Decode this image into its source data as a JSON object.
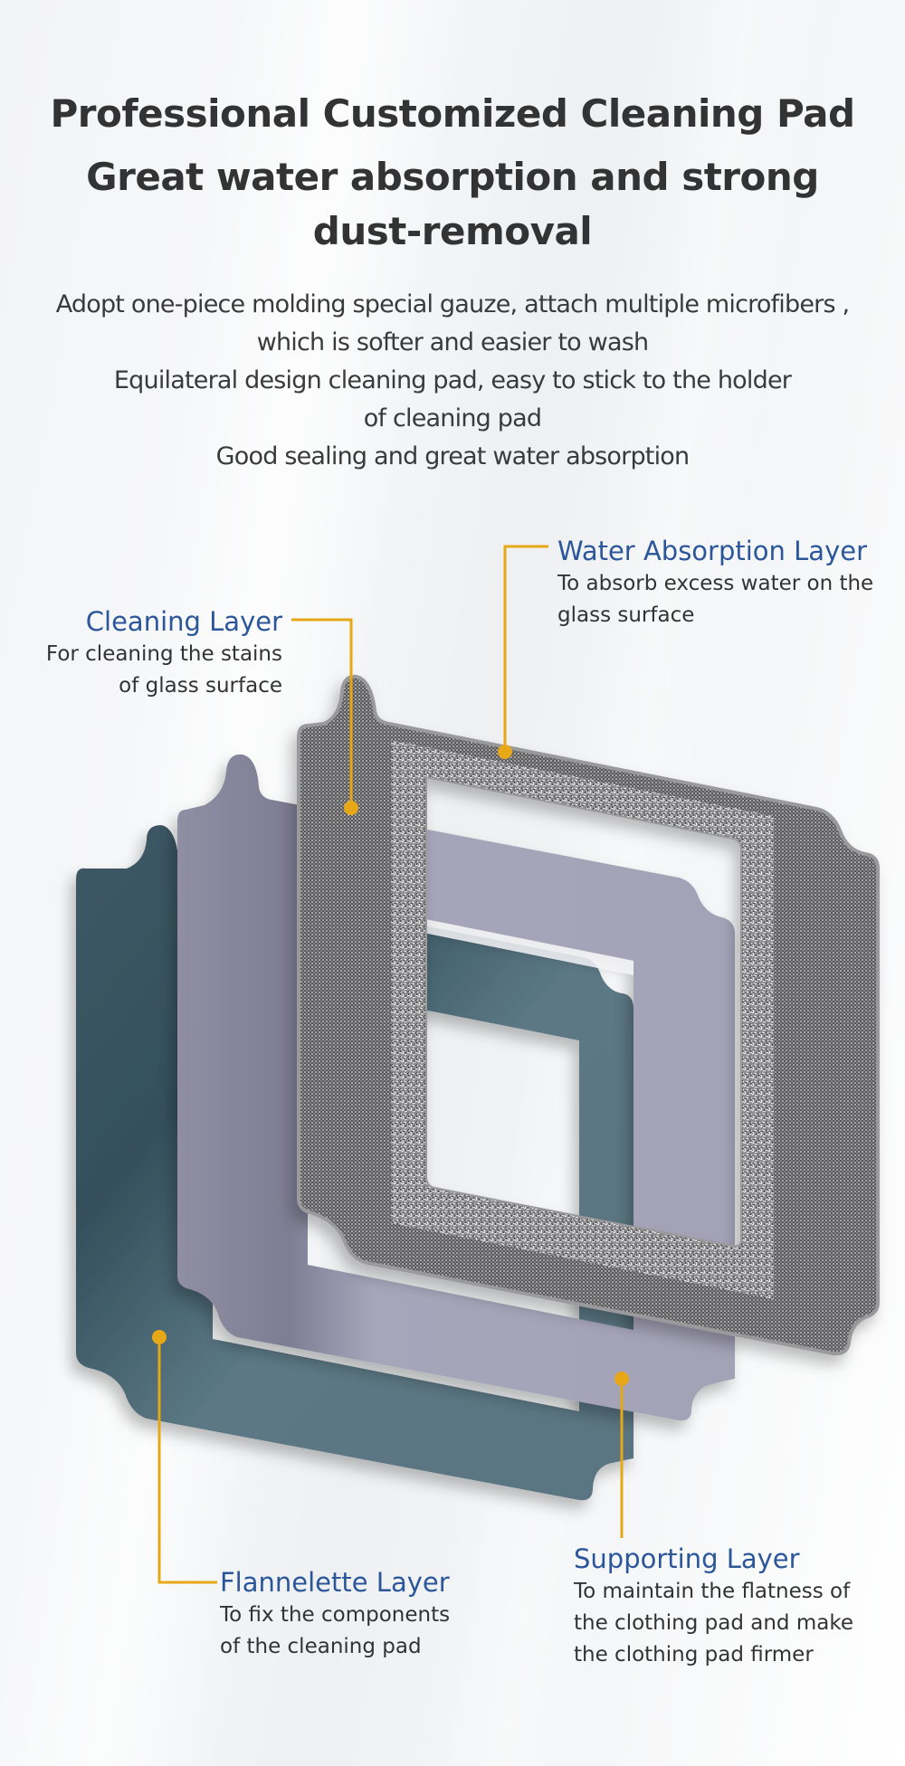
{
  "header": {
    "title_line1": "Professional Customized Cleaning Pad",
    "title_line2": "Great water absorption and strong",
    "title_line3": "dust-removal"
  },
  "intro": {
    "lines": [
      "Adopt one-piece molding special gauze, attach multiple microfibers ,",
      "which is softer and easier to wash",
      "Equilateral design cleaning pad, easy to stick to the holder",
      "of cleaning pad",
      "Good sealing and great water absorption"
    ]
  },
  "layers": {
    "water": {
      "title": "Water Absorption Layer",
      "desc_line1": "To absorb excess water on the",
      "desc_line2": "glass surface"
    },
    "cleaning": {
      "title": "Cleaning Layer",
      "desc_line1": "For cleaning the stains",
      "desc_line2": "of glass surface"
    },
    "flannelette": {
      "title": "Flannelette Layer",
      "desc_line1": "To fix the components",
      "desc_line2": "of the cleaning pad"
    },
    "supporting": {
      "title": "Supporting Layer",
      "desc_line1": "To maintain the flatness of",
      "desc_line2": "the clothing pad and make",
      "desc_line3": "the clothing pad firmer"
    }
  },
  "colors": {
    "heading": "#333333",
    "layer_title": "#2b579a",
    "callout_line": "#e6a817",
    "flannelette_layer": "#56707d",
    "supporting_layer": "#a09eb4",
    "cleaning_layer": "#8a8a8a"
  }
}
